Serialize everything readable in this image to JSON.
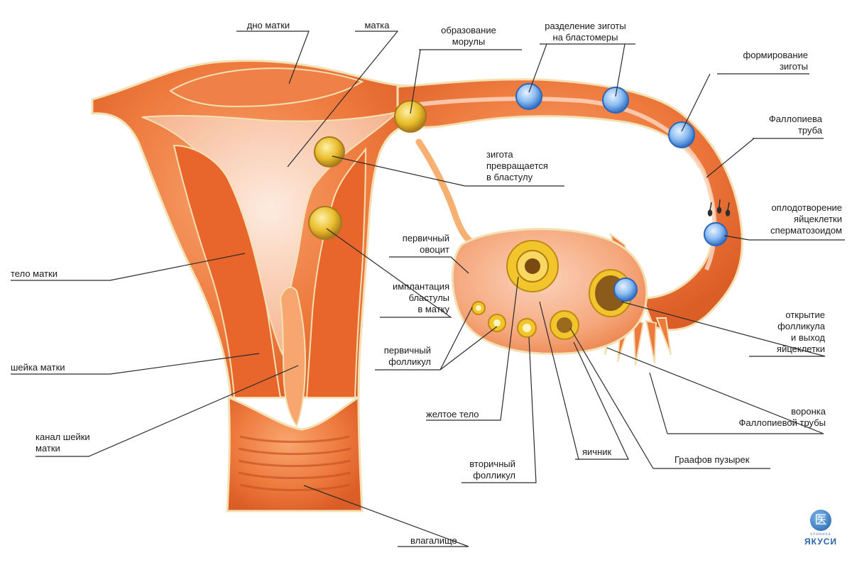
{
  "labels": {
    "dno_matki": "дно матки",
    "matka": "матка",
    "morula_1": "образование",
    "morula_2": "морулы",
    "razdelenie_1": "разделение зиготы",
    "razdelenie_2": "на бластомеры",
    "form_zigoty_1": "формирование",
    "form_zigoty_2": "зиготы",
    "fallop_1": "Фаллопиева",
    "fallop_2": "труба",
    "zigota_1": "зигота",
    "zigota_2": "превращается",
    "zigota_3": "в бластулу",
    "oplod_1": "оплодотворение",
    "oplod_2": "яйцеклетки",
    "oplod_3": "сперматозоидом",
    "pervichny_ovocit_1": "первичный",
    "pervichny_ovocit_2": "овоцит",
    "telo_matki": "тело матки",
    "implant_1": "имплантация",
    "implant_2": "бластулы",
    "implant_3": "в матку",
    "otkrytie_1": "открытие",
    "otkrytie_2": "фолликула",
    "otkrytie_3": "и выход",
    "otkrytie_4": "яйцеклетки",
    "pervichny_foll_1": "первичный",
    "pervichny_foll_2": "фолликул",
    "sheika_matki": "шейка матки",
    "zheltoe_telo": "желтое тело",
    "voronka_1": "воронка",
    "voronka_2": "Фаллопиевой трубы",
    "kanal_1": "канал шейки",
    "kanal_2": "матки",
    "vtorichny_1": "вторичный",
    "vtorichny_2": "фолликул",
    "yaichnik": "яичник",
    "graafov": "Граафов пузырек",
    "vlagalishe": "влагалище"
  },
  "logo": {
    "glyph": "医",
    "sub": "клиника",
    "name": "ЯКУСИ"
  },
  "colors": {
    "tissue": "#ef7a3f",
    "tissue_dark": "#d85a23",
    "tissue_light": "#f7a877",
    "cavity": "#fbd3bd",
    "outline": "#f3e0b3",
    "follicle": "#f1c42c",
    "cell_blue": "#3f83d6"
  }
}
